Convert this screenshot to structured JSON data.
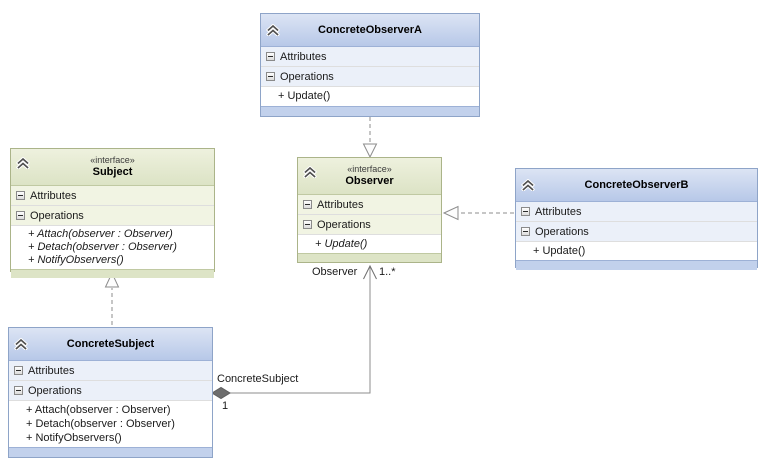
{
  "classes": [
    {
      "name": "ConcreteObserverA",
      "stereotype": "",
      "attributes_label": "Attributes",
      "operations_label": "Operations",
      "operations": [
        "+ Update()"
      ]
    },
    {
      "name": "Subject",
      "stereotype": "«interface»",
      "attributes_label": "Attributes",
      "operations_label": "Operations",
      "operations": [
        "+ Attach(observer : Observer)",
        "+ Detach(observer : Observer)",
        "+ NotifyObservers()"
      ]
    },
    {
      "name": "Observer",
      "stereotype": "«interface»",
      "attributes_label": "Attributes",
      "operations_label": "Operations",
      "operations": [
        "+ Update()"
      ]
    },
    {
      "name": "ConcreteObserverB",
      "stereotype": "",
      "attributes_label": "Attributes",
      "operations_label": "Operations",
      "operations": [
        "+ Update()"
      ]
    },
    {
      "name": "ConcreteSubject",
      "stereotype": "",
      "attributes_label": "Attributes",
      "operations_label": "Operations",
      "operations": [
        "+ Attach(observer : Observer)",
        "+ Detach(observer : Observer)",
        "+ NotifyObservers()"
      ]
    }
  ],
  "association": {
    "source_role": "ConcreteSubject",
    "source_multiplicity": "1",
    "target_role": "Observer",
    "target_multiplicity": "1..*"
  },
  "colors": {
    "blue_header": "#c7d5ee",
    "green_header": "#e5ead2",
    "blue_border": "#8ea4c8",
    "green_border": "#abb489",
    "connector": "#8c8c8c",
    "diamond_fill": "#6d6d6d"
  }
}
